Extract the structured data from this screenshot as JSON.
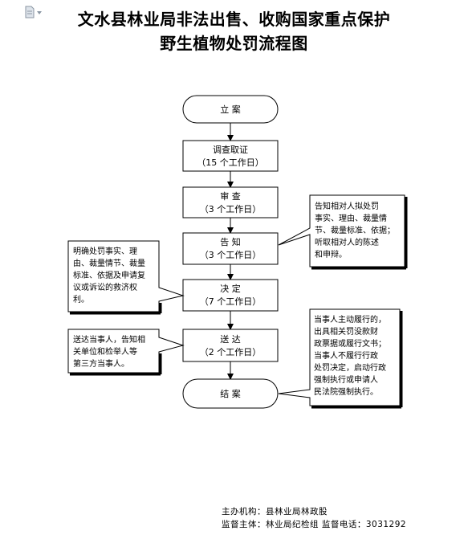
{
  "title": {
    "line1": "文水县林业局非法出售、收购国家重点保护",
    "line2": "野生植物处罚流程图"
  },
  "steps": [
    {
      "label": "立  案",
      "sub": ""
    },
    {
      "label": "调查取证",
      "sub": "（15 个工作日）"
    },
    {
      "label": "审  查",
      "sub": "（3 个工作日）"
    },
    {
      "label": "告  知",
      "sub": "（3 个工作日）"
    },
    {
      "label": "决  定",
      "sub": "（7 个工作日）"
    },
    {
      "label": "送  达",
      "sub": "（2 个工作日）"
    },
    {
      "label": "结  案",
      "sub": ""
    }
  ],
  "notes": {
    "notify_right": [
      "告知相对人拟处罚",
      "事实、理由、裁量情",
      "节、裁量标准、依据；",
      "听取相对人的陈述",
      "和申辩。"
    ],
    "decide_left": [
      "明确处罚事实、理",
      "由、裁量情节、裁量",
      "标准、依据及申请复",
      "议或诉讼的救济权",
      "利。"
    ],
    "deliver_left": [
      "送达当事人，告知相",
      "关单位和检举人等",
      "第三方当事人。"
    ],
    "close_right": [
      "当事人主动履行的，",
      "出具相关罚没款财",
      "政票据或履行文书；",
      "当事人不履行行政",
      "处罚决定，启动行政",
      "强制执行或申请人",
      "民法院强制执行。"
    ]
  },
  "footer": {
    "line1": "主办机构：县林业局林政股",
    "line2": "监督主体：林业局纪检组 监督电话：3031292"
  }
}
